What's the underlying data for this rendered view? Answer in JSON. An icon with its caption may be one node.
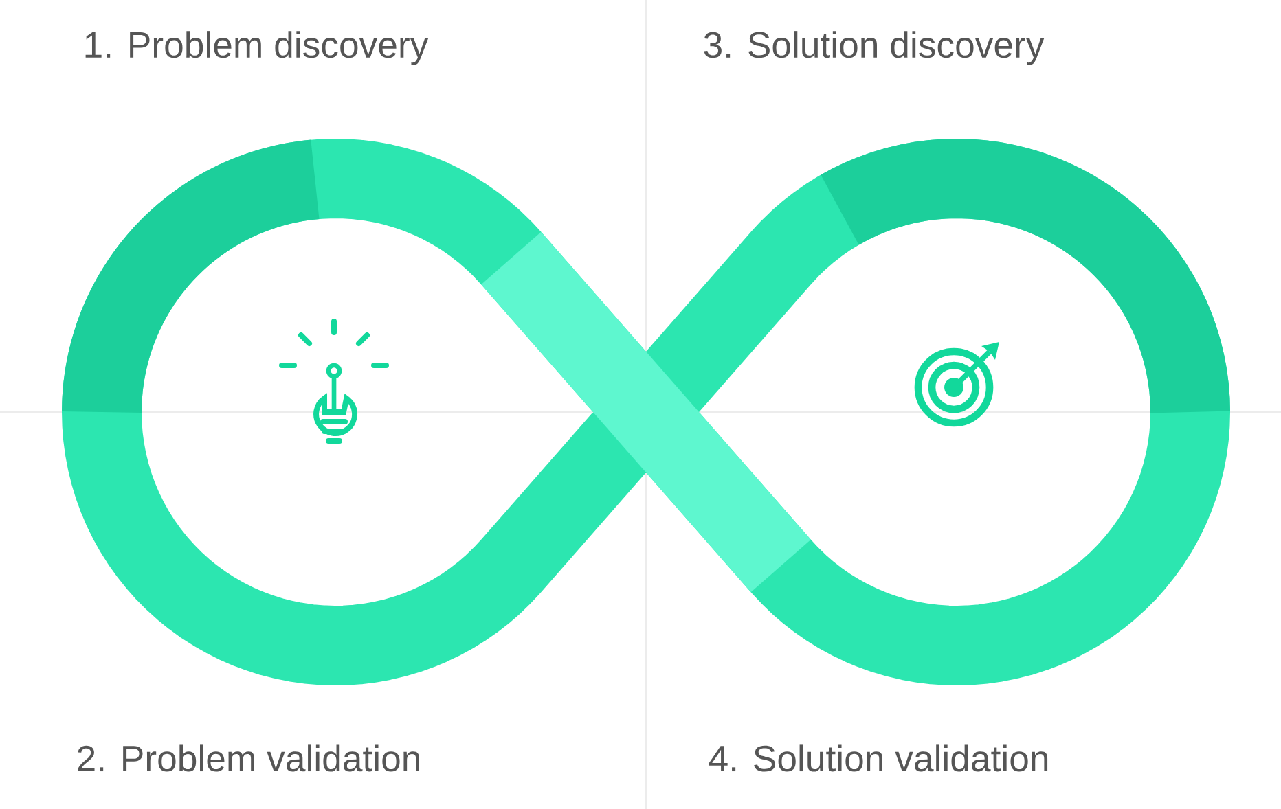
{
  "diagram": {
    "labels": [
      "1. Problem discovery",
      "3. Solution discovery",
      "2. Problem validation",
      "4. Solution validation"
    ]
  }
}
